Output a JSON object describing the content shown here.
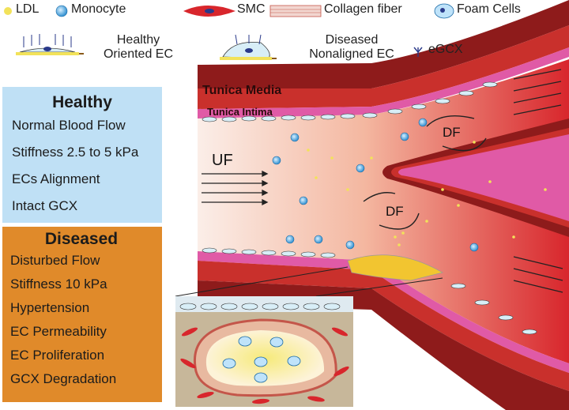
{
  "legend": {
    "ldl": "LDL",
    "monocyte": "Monocyte",
    "smc": "SMC",
    "collagen": "Collagen fiber",
    "foam": "Foam Cells",
    "healthy_ec_line1": "Healthy",
    "healthy_ec_line2": "Oriented EC",
    "diseased_ec_line1": "Diseased",
    "diseased_ec_line2": "Nonaligned EC",
    "egcx": "eGCX"
  },
  "healthy": {
    "title": "Healthy",
    "items": [
      "Normal Blood Flow",
      "Stiffness 2.5 to 5 kPa",
      "ECs Alignment",
      "Intact GCX"
    ]
  },
  "diseased": {
    "title": "Diseased",
    "items": [
      "Disturbed Flow",
      "Stiffness 10 kPa",
      "Hypertension",
      "EC Permeability",
      "EC Proliferation",
      "GCX Degradation"
    ]
  },
  "vessel": {
    "media": "Tunica Media",
    "intima": "Tunica Intima",
    "uf": "UF",
    "df": "DF"
  },
  "colors": {
    "ldl": "#f2e25a",
    "monocyte": "#4aa3df",
    "smc": "#d8262c",
    "adventitia": "#8e1b1b",
    "intima": "#e05aa6",
    "healthy_box": "#bfe0f5",
    "diseased_box": "#e08a2a"
  }
}
